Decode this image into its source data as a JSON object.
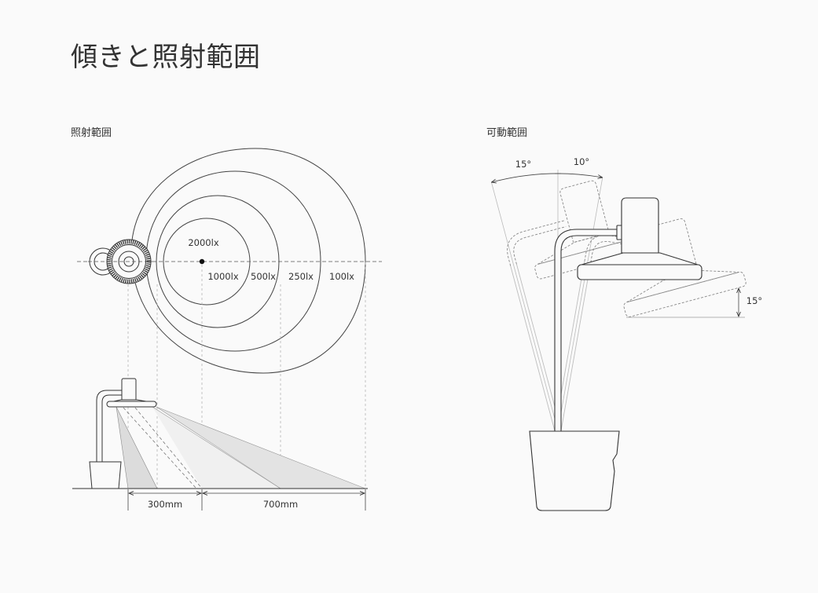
{
  "page": {
    "title": "傾きと照射範囲"
  },
  "illumination_range": {
    "heading": "照射範囲",
    "lux": {
      "center": "2000lx",
      "zone_1": "1000lx",
      "zone_2": "500lx",
      "zone_3": "250lx",
      "zone_4": "100lx"
    },
    "distance": {
      "near": "300mm",
      "far": "700mm"
    }
  },
  "movable_range": {
    "heading": "可動範囲",
    "arm_tilt_left": "15°",
    "arm_tilt_right": "10°",
    "head_tilt": "15°"
  },
  "colors": {
    "background": "#fafafa",
    "line": "#333333",
    "light_shading": "#e3e3e3",
    "guide_gray": "#bbbbbb"
  }
}
